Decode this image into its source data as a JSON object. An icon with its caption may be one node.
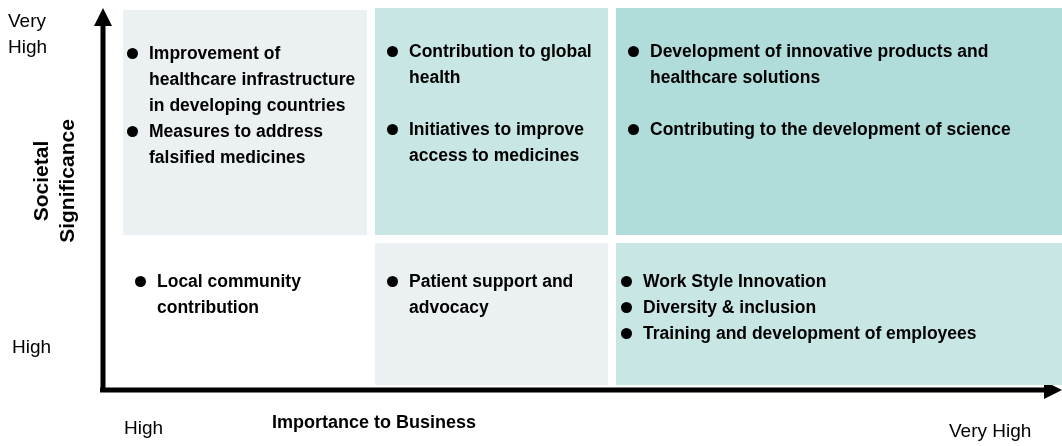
{
  "diagram": {
    "nodes": [
      {
        "text": [
          "Improvement of healthcare infrastructure in developing countries",
          "Measures to address falsified medicines"
        ]
      },
      {
        "text": [
          "Contribution to global health",
          "Initiatives to improve access to medicines"
        ]
      },
      {
        "text": [
          "Development of innovative products and healthcare solutions",
          "Contributing to the development of science"
        ]
      },
      {
        "text": [
          "Local community contribution"
        ]
      },
      {
        "text": [
          "Patient support and advocacy"
        ]
      },
      {
        "text": [
          "Work Style Innovation",
          "Diversity & inclusion",
          "Training and development of employees"
        ]
      }
    ],
    "labels": [
      "Very High",
      "Societal Significance",
      "High",
      "High",
      "Importance to Business",
      "Very High"
    ]
  }
}
